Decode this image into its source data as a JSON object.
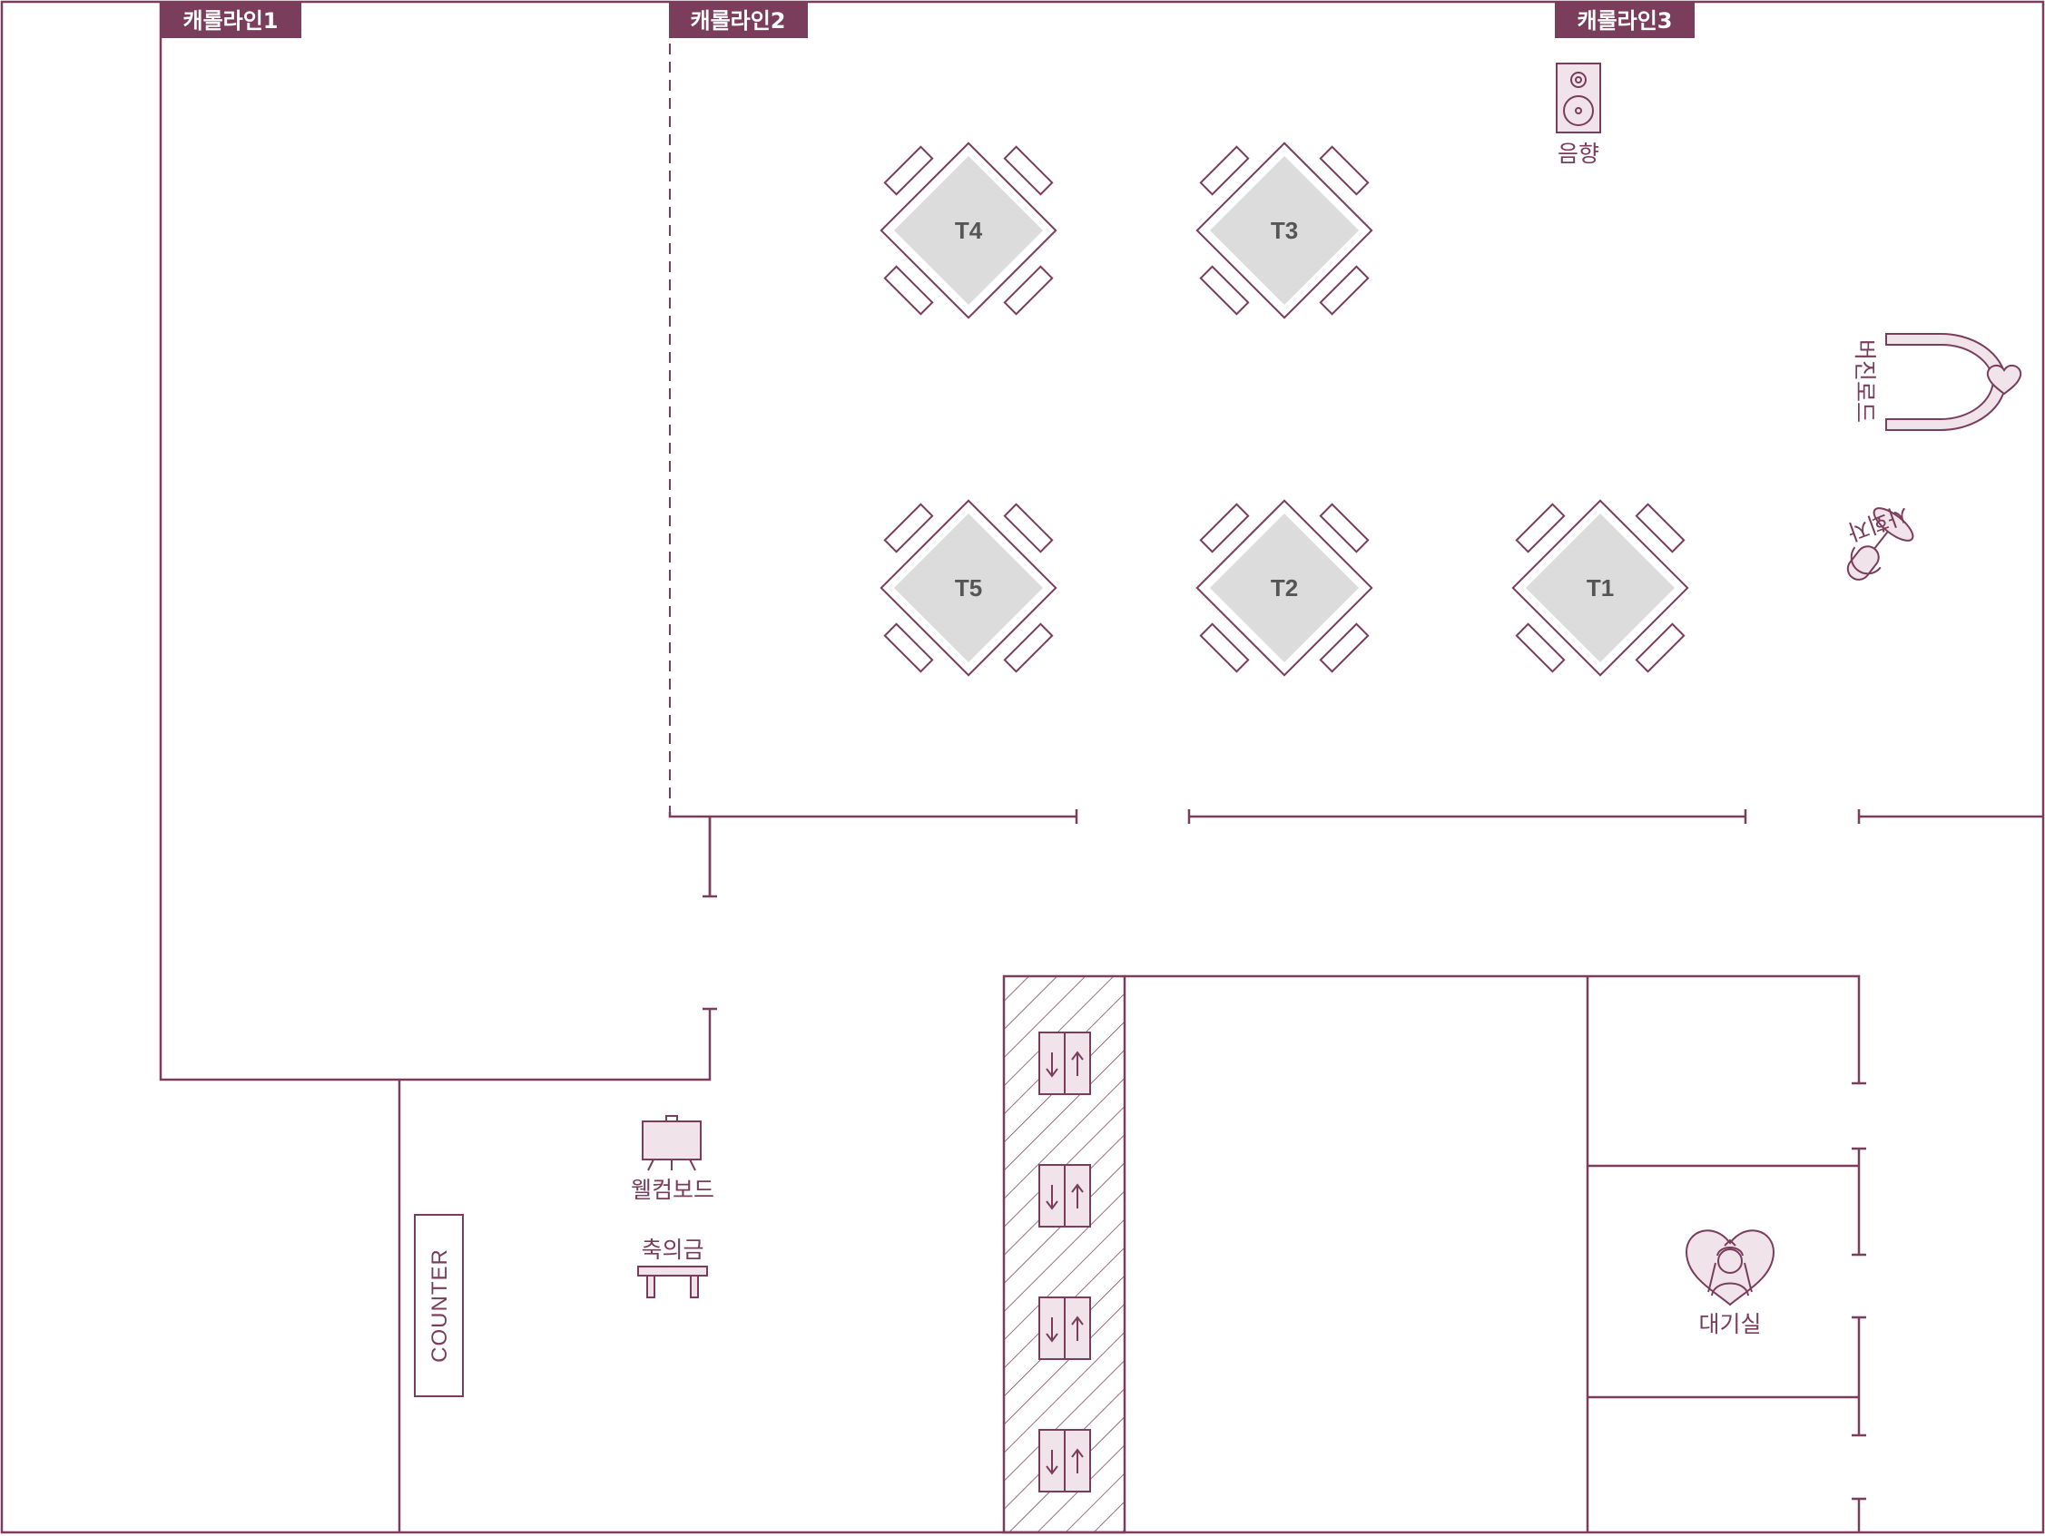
{
  "tabs": [
    "캐롤라인1",
    "캐롤라인2",
    "캐롤라인3"
  ],
  "tables": [
    "T1",
    "T2",
    "T3",
    "T4",
    "T5"
  ],
  "labels": {
    "sound": "음향",
    "virgin_road": "버진로드",
    "host": "사회자",
    "welcome_board": "웰컴보드",
    "gift_money": "축의금",
    "counter": "COUNTER",
    "waiting_room": "대기실"
  },
  "icons": {
    "sound": "speaker-icon",
    "virgin_road": "arch-icon",
    "host": "microphone-icon",
    "welcome_board": "easel-icon",
    "gift_money": "table-icon",
    "waiting_room": "bride-icon",
    "elevator": "elevator-icon"
  },
  "colors": {
    "line": "#7a3d5c",
    "table_fill": "#dcdcdc",
    "icon_fill": "#f0e3ea"
  }
}
